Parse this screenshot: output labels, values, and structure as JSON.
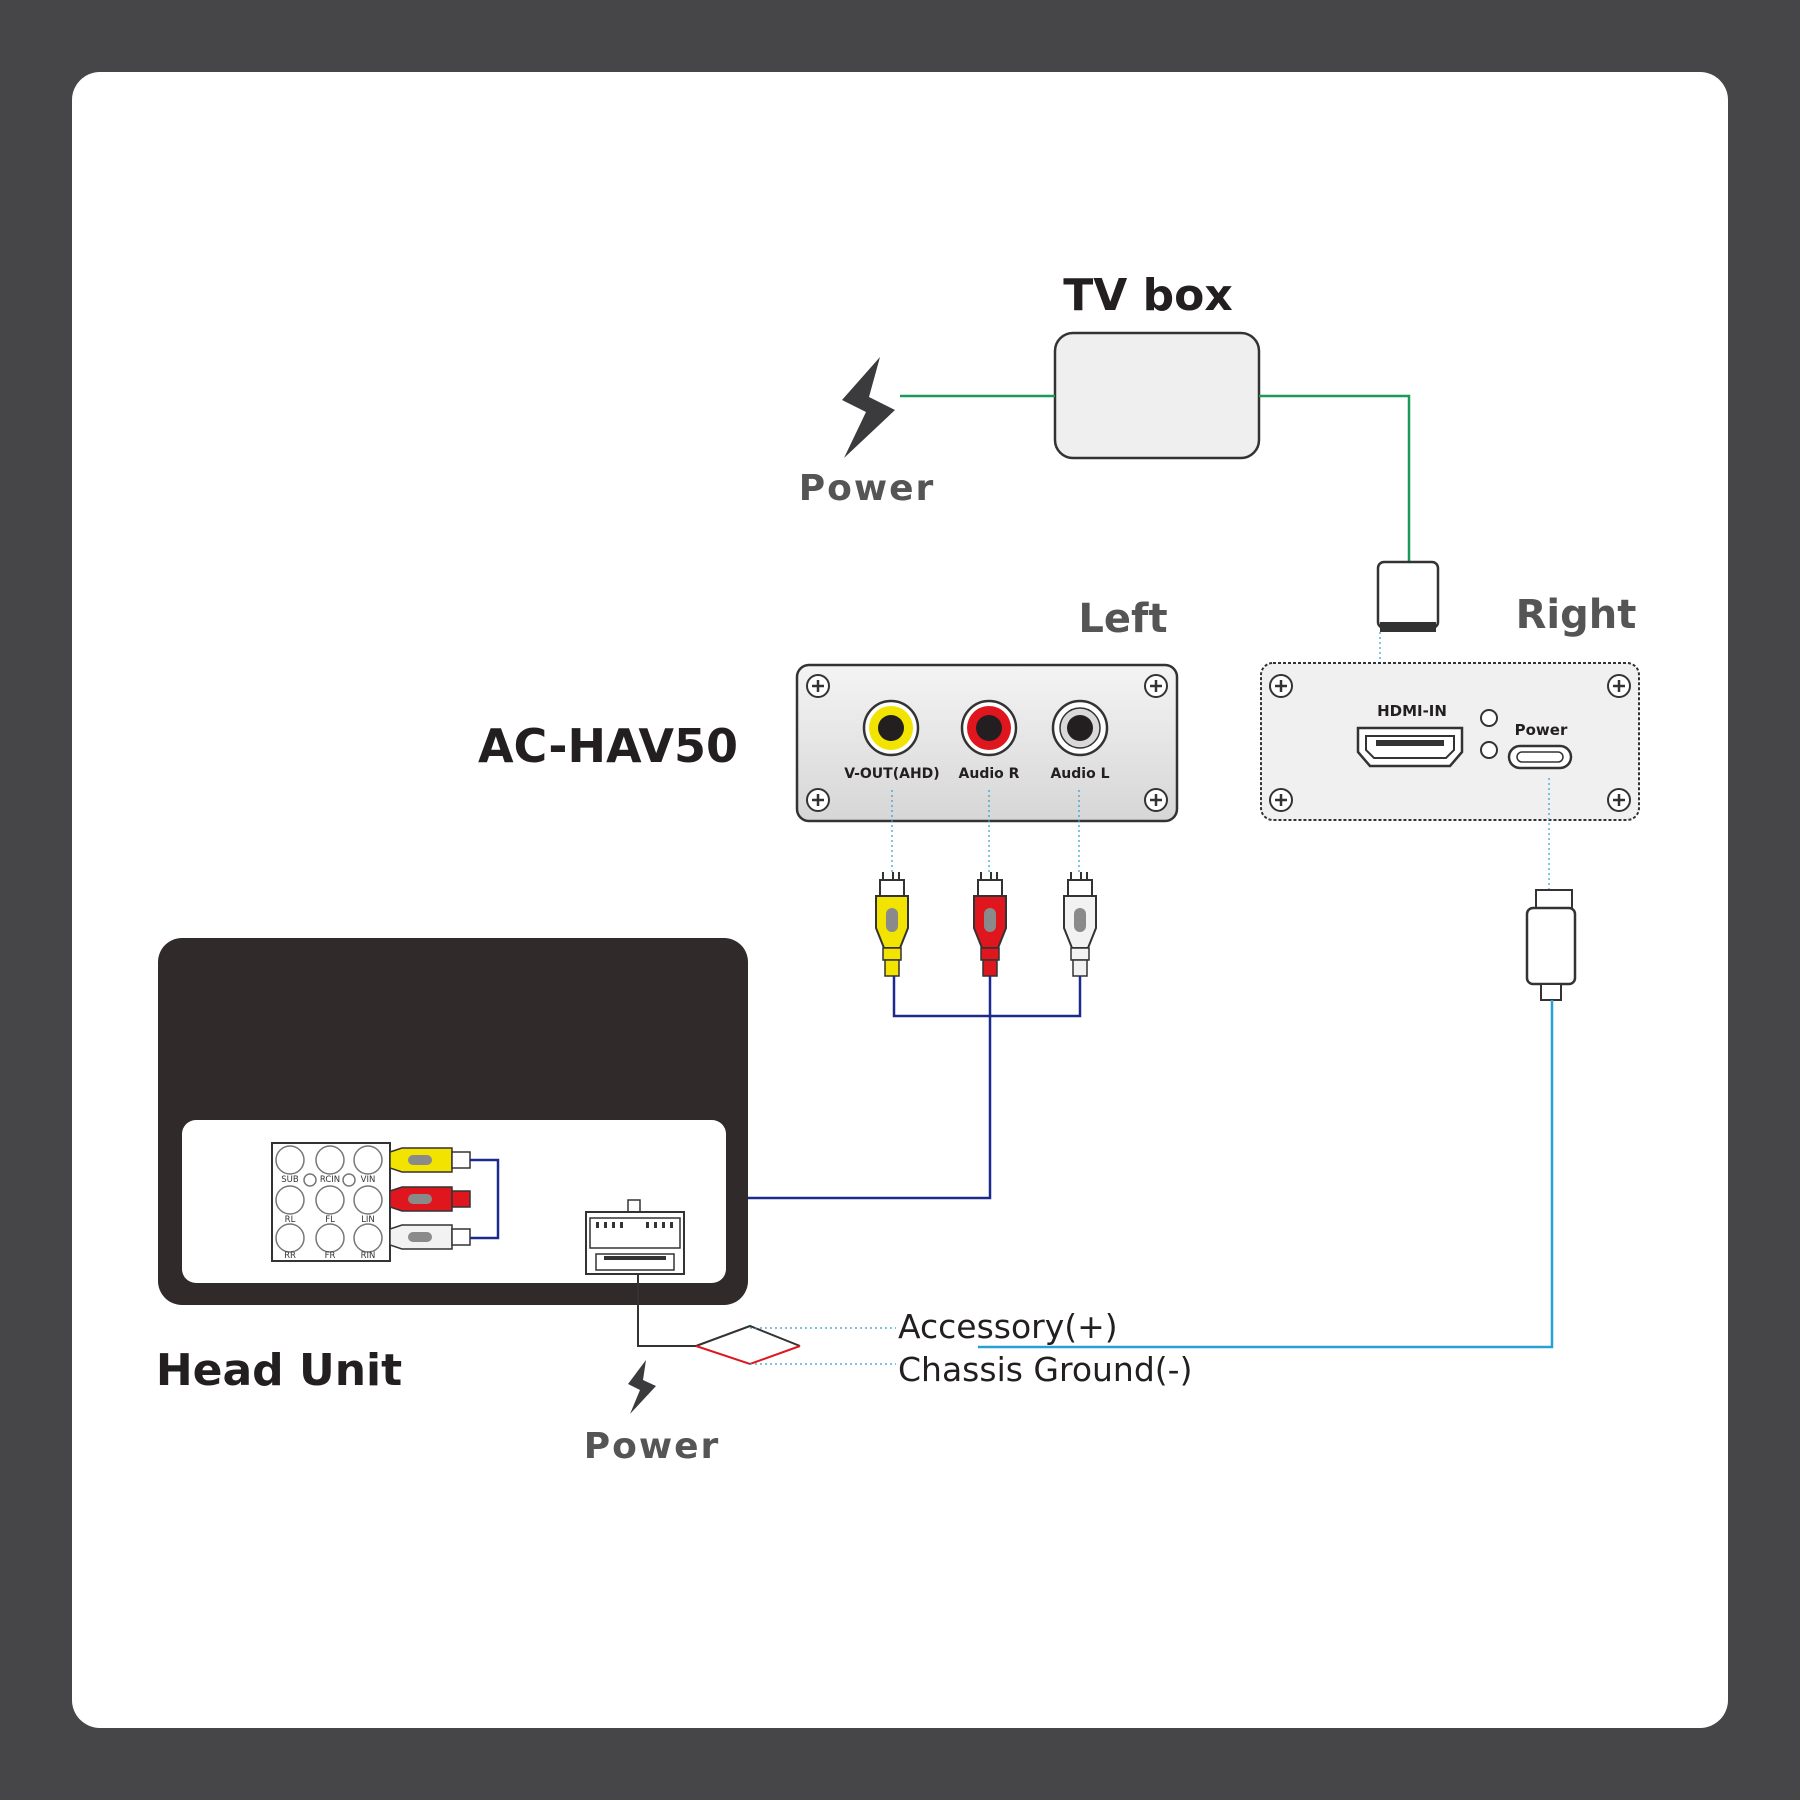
{
  "labels": {
    "tv_box": "TV box",
    "power_top": "Power",
    "left": "Left",
    "right": "Right",
    "model": "AC-HAV50",
    "head_unit": "Head Unit",
    "power_bottom": "Power",
    "accessory": "Accessory(+)",
    "chassis_ground": "Chassis Ground(-)"
  },
  "left_panel": {
    "v_out": "V-OUT(AHD)",
    "audio_r": "Audio R",
    "audio_l": "Audio L"
  },
  "right_panel": {
    "hdmi_in": "HDMI-IN",
    "power": "Power"
  },
  "head_unit_ports": {
    "row1": [
      "SUB",
      "RCIN",
      "VIN"
    ],
    "row2": [
      "RL",
      "FL",
      "LIN"
    ],
    "row3": [
      "RR",
      "FR",
      "RIN"
    ]
  },
  "colors": {
    "background": "#464547",
    "card": "#ffffff",
    "power_cable": "#1a9a5a",
    "usb_cable": "#2a9fd6",
    "av_cable": "#1c2a8a",
    "head_unit_body": "#312a2a",
    "yellow_plug": "#f2e300",
    "red_plug": "#e0161e",
    "white_plug": "#f2f2f2"
  }
}
